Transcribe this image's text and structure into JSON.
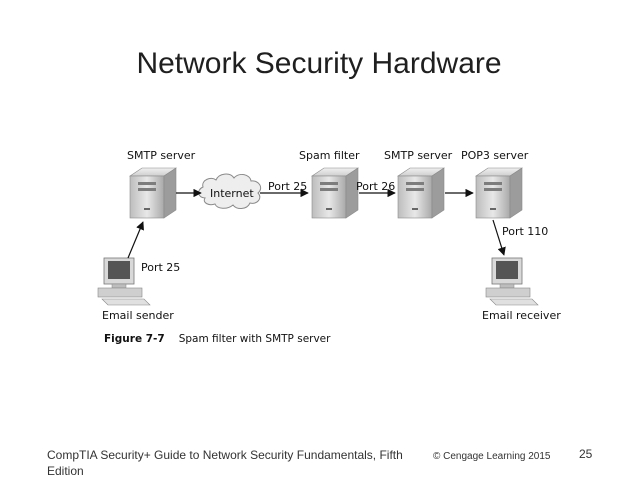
{
  "slide": {
    "title": "Network Security Hardware",
    "page_number": "25",
    "footer_left": "CompTIA Security+ Guide to Network Security Fundamentals, Fifth Edition",
    "footer_right": "© Cengage Learning  2015"
  },
  "diagram": {
    "nodes": {
      "smtp_server_1": "SMTP server",
      "internet": "Internet",
      "spam_filter": "Spam filter",
      "smtp_server_2": "SMTP server",
      "pop3_server": "POP3 server",
      "email_sender": "Email sender",
      "email_receiver": "Email receiver"
    },
    "edges": {
      "port_25_internet": "Port 25",
      "port_26": "Port 26",
      "port_25_sender": "Port 25",
      "port_110": "Port 110"
    },
    "figure_label": "Figure 7-7",
    "figure_caption": "Spam filter with SMTP server"
  }
}
